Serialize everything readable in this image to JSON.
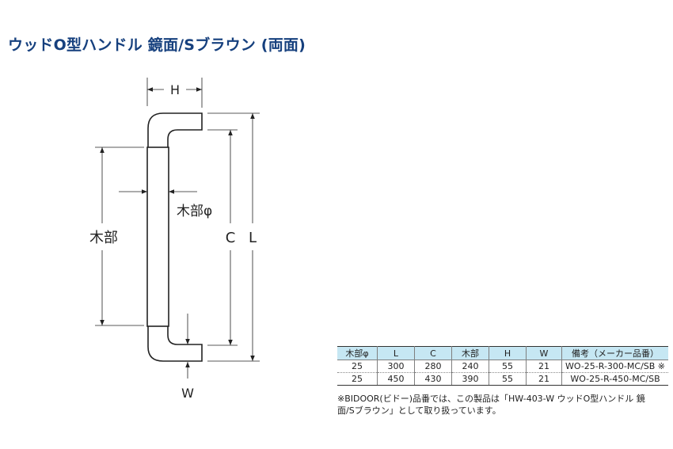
{
  "title": "ウッドO型ハンドル 鏡面/Sブラウン (両面)",
  "drawing": {
    "labels": {
      "h": "H",
      "w": "W",
      "c": "C",
      "l": "L",
      "wood": "木部",
      "wood_diameter": "木部φ"
    }
  },
  "table": {
    "headers": [
      "木部φ",
      "L",
      "C",
      "木部",
      "H",
      "W",
      "備考（メーカー品番）"
    ],
    "rows": [
      [
        "25",
        "300",
        "280",
        "240",
        "55",
        "21",
        "WO-25-R-300-MC/SB ※"
      ],
      [
        "25",
        "450",
        "430",
        "390",
        "55",
        "21",
        "WO-25-R-450-MC/SB"
      ]
    ]
  },
  "note": "※BIDOOR(ビドー)品番では、この製品は「HW-403-W ウッドO型ハンドル 鏡面/Sブラウン」として取り扱っています。"
}
